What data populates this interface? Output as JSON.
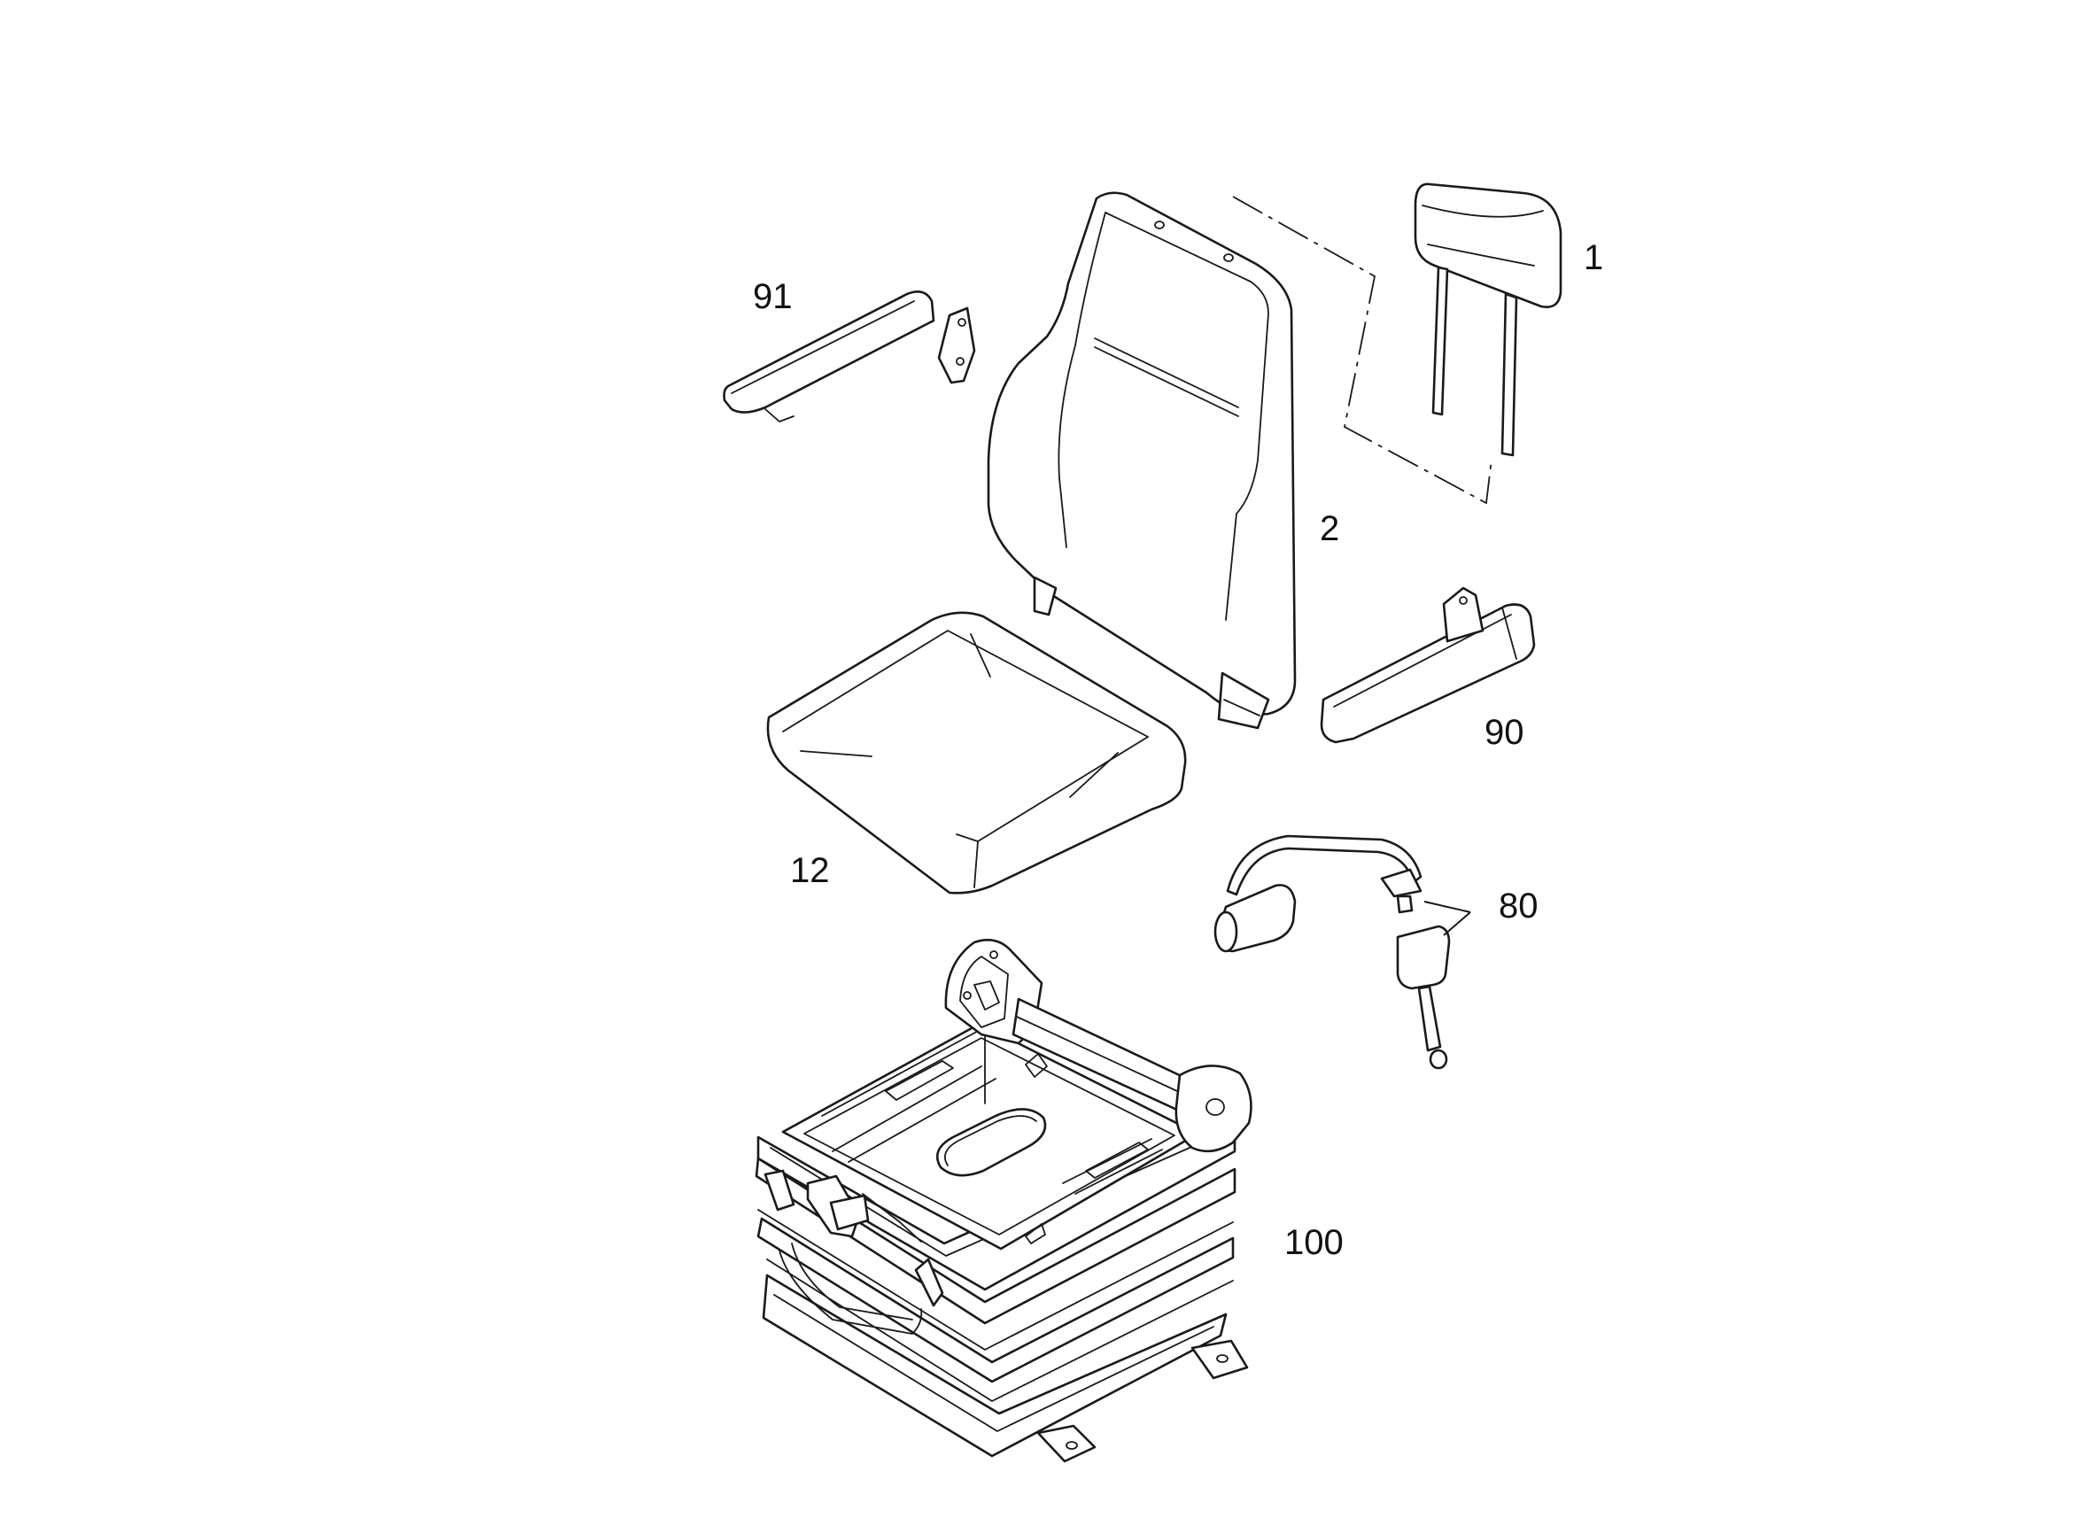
{
  "diagram": {
    "callouts": {
      "p1": "1",
      "p2": "2",
      "p12": "12",
      "p80": "80",
      "p90": "90",
      "p91": "91",
      "p100": "100"
    }
  }
}
